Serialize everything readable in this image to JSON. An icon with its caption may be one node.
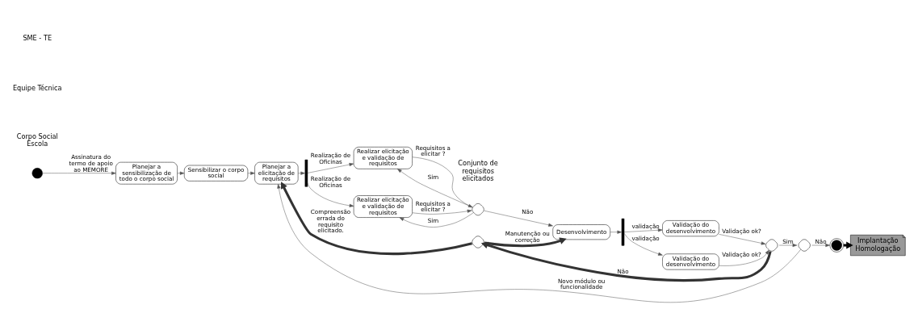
{
  "diagram": {
    "nodes": [
      {
        "text": [],
        "shape": "circle"
      },
      {
        "text": [
          "Planejar a sensibilização de todo o corpo social"
        ]
      },
      {
        "text": [
          "Sensibilizar o corpo social"
        ]
      },
      {
        "text": [
          "Planejar a elicitação de requisitos"
        ]
      },
      {
        "text": [],
        "shape": "bar"
      },
      {
        "text": [
          "Realizar elicitação e validação de requisitos"
        ]
      },
      {
        "text": [
          "Realizar elicitação e validação de requisitos"
        ]
      },
      {
        "text": [],
        "shape": "diamond"
      },
      {
        "text": [
          "Desenvolvimento"
        ]
      },
      {
        "text": [],
        "shape": "diamond"
      },
      {
        "text": [],
        "shape": "bar"
      },
      {
        "text": [
          "Validação do desenvolvimento"
        ]
      },
      {
        "text": [
          "Validação do desenvolvimento"
        ]
      },
      {
        "text": [],
        "shape": "diamond"
      },
      {
        "text": [],
        "shape": "diamond"
      },
      {
        "text": [],
        "shape": "circle"
      },
      {
        "text": [
          "Implantação",
          "Homologação"
        ]
      }
    ],
    "edges": [
      {
        "from": 0,
        "to": 1,
        "arrow": "to",
        "label": "Assinatura do termo de apoio ao MEMORE"
      },
      {
        "from": 1,
        "to": 2,
        "arrow": "to"
      },
      {
        "from": 2,
        "to": 3,
        "arrow": "to"
      },
      {
        "from": 9,
        "to": 3,
        "arrow": "to",
        "label": "Compreensão errada do requisito elicitado.",
        "style": "thick"
      },
      {
        "from": 3,
        "to": 4,
        "arrow": "to"
      },
      {
        "from": 4,
        "to": 5,
        "arrow": "to",
        "label": "Realização de Oficinas"
      },
      {
        "from": 4,
        "to": 6,
        "arrow": "to",
        "label": "Realização de Oficinas"
      },
      {
        "from": 5,
        "to": 7,
        "arrow": "to",
        "label": "Requisitos a elicitar ?"
      },
      {
        "from": 6,
        "to": 7,
        "arrow": "to",
        "label": "Requisitos a elicitar ?"
      },
      {
        "from": 7,
        "to": 5,
        "arrow": "to",
        "label": "Sim"
      },
      {
        "from": 7,
        "to": 6,
        "arrow": "to",
        "label": "Sim"
      },
      {
        "from": 7,
        "to": 8,
        "arrow": "to",
        "label": "Não"
      },
      {
        "from": 8,
        "to": 10,
        "arrow": "to"
      },
      {
        "from": 10,
        "to": 11,
        "arrow": "to",
        "label": "validação"
      },
      {
        "from": 10,
        "to": 12,
        "arrow": "to",
        "label": "validação"
      },
      {
        "from": 11,
        "to": 13,
        "arrow": "to",
        "label": "Validação ok?"
      },
      {
        "from": 12,
        "to": 13,
        "arrow": "to",
        "label": "Validação ok?"
      },
      {
        "from": 13,
        "to": 9,
        "arrow": "to",
        "label": "Não",
        "style": "thick"
      },
      {
        "from": 9,
        "to": 8,
        "arrow": "to",
        "label": "Manutenção ou correção",
        "style": "thick"
      },
      {
        "from": 13,
        "to": 14,
        "arrow": "to",
        "label": "Sim"
      },
      {
        "from": 14,
        "to": 15,
        "arrow": "to",
        "label": "Não"
      },
      {
        "from": 14,
        "to": 3,
        "arrow": "to",
        "label": "Novo módulo ou funcionalidade"
      },
      {
        "from": 15,
        "to": 16,
        "arrow": "to",
        "style": "thick",
        "color": "#000000"
      }
    ],
    "labels": [
      "SME - TE",
      "Conjunto de requisitos elicitados",
      "Equipe Técnica",
      "Corpo Social Escola"
    ]
  }
}
